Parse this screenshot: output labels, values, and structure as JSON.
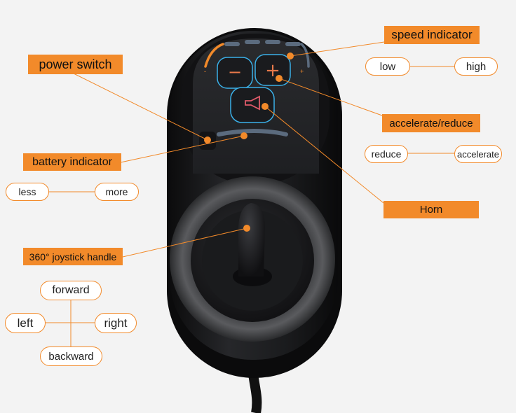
{
  "labels": {
    "speed_indicator": "speed indicator",
    "power_switch": "power switch",
    "accelerate_reduce": "accelerate/reduce",
    "battery_indicator": "battery indicator",
    "horn": "Horn",
    "joystick_handle": "360° joystick handle"
  },
  "pills": {
    "low": "low",
    "high": "high",
    "reduce": "reduce",
    "accelerate": "accelerate",
    "less": "less",
    "more": "more",
    "forward": "forward",
    "left": "left",
    "right": "right",
    "backward": "backward"
  },
  "panel": {
    "minus_glyph": "−",
    "plus_glyph": "+",
    "scale_min": "-",
    "scale_max": "+"
  },
  "colors": {
    "accent_orange": "#f28a2a",
    "button_outline_blue": "#3ab0e8",
    "device_black": "#1c1c1e"
  }
}
